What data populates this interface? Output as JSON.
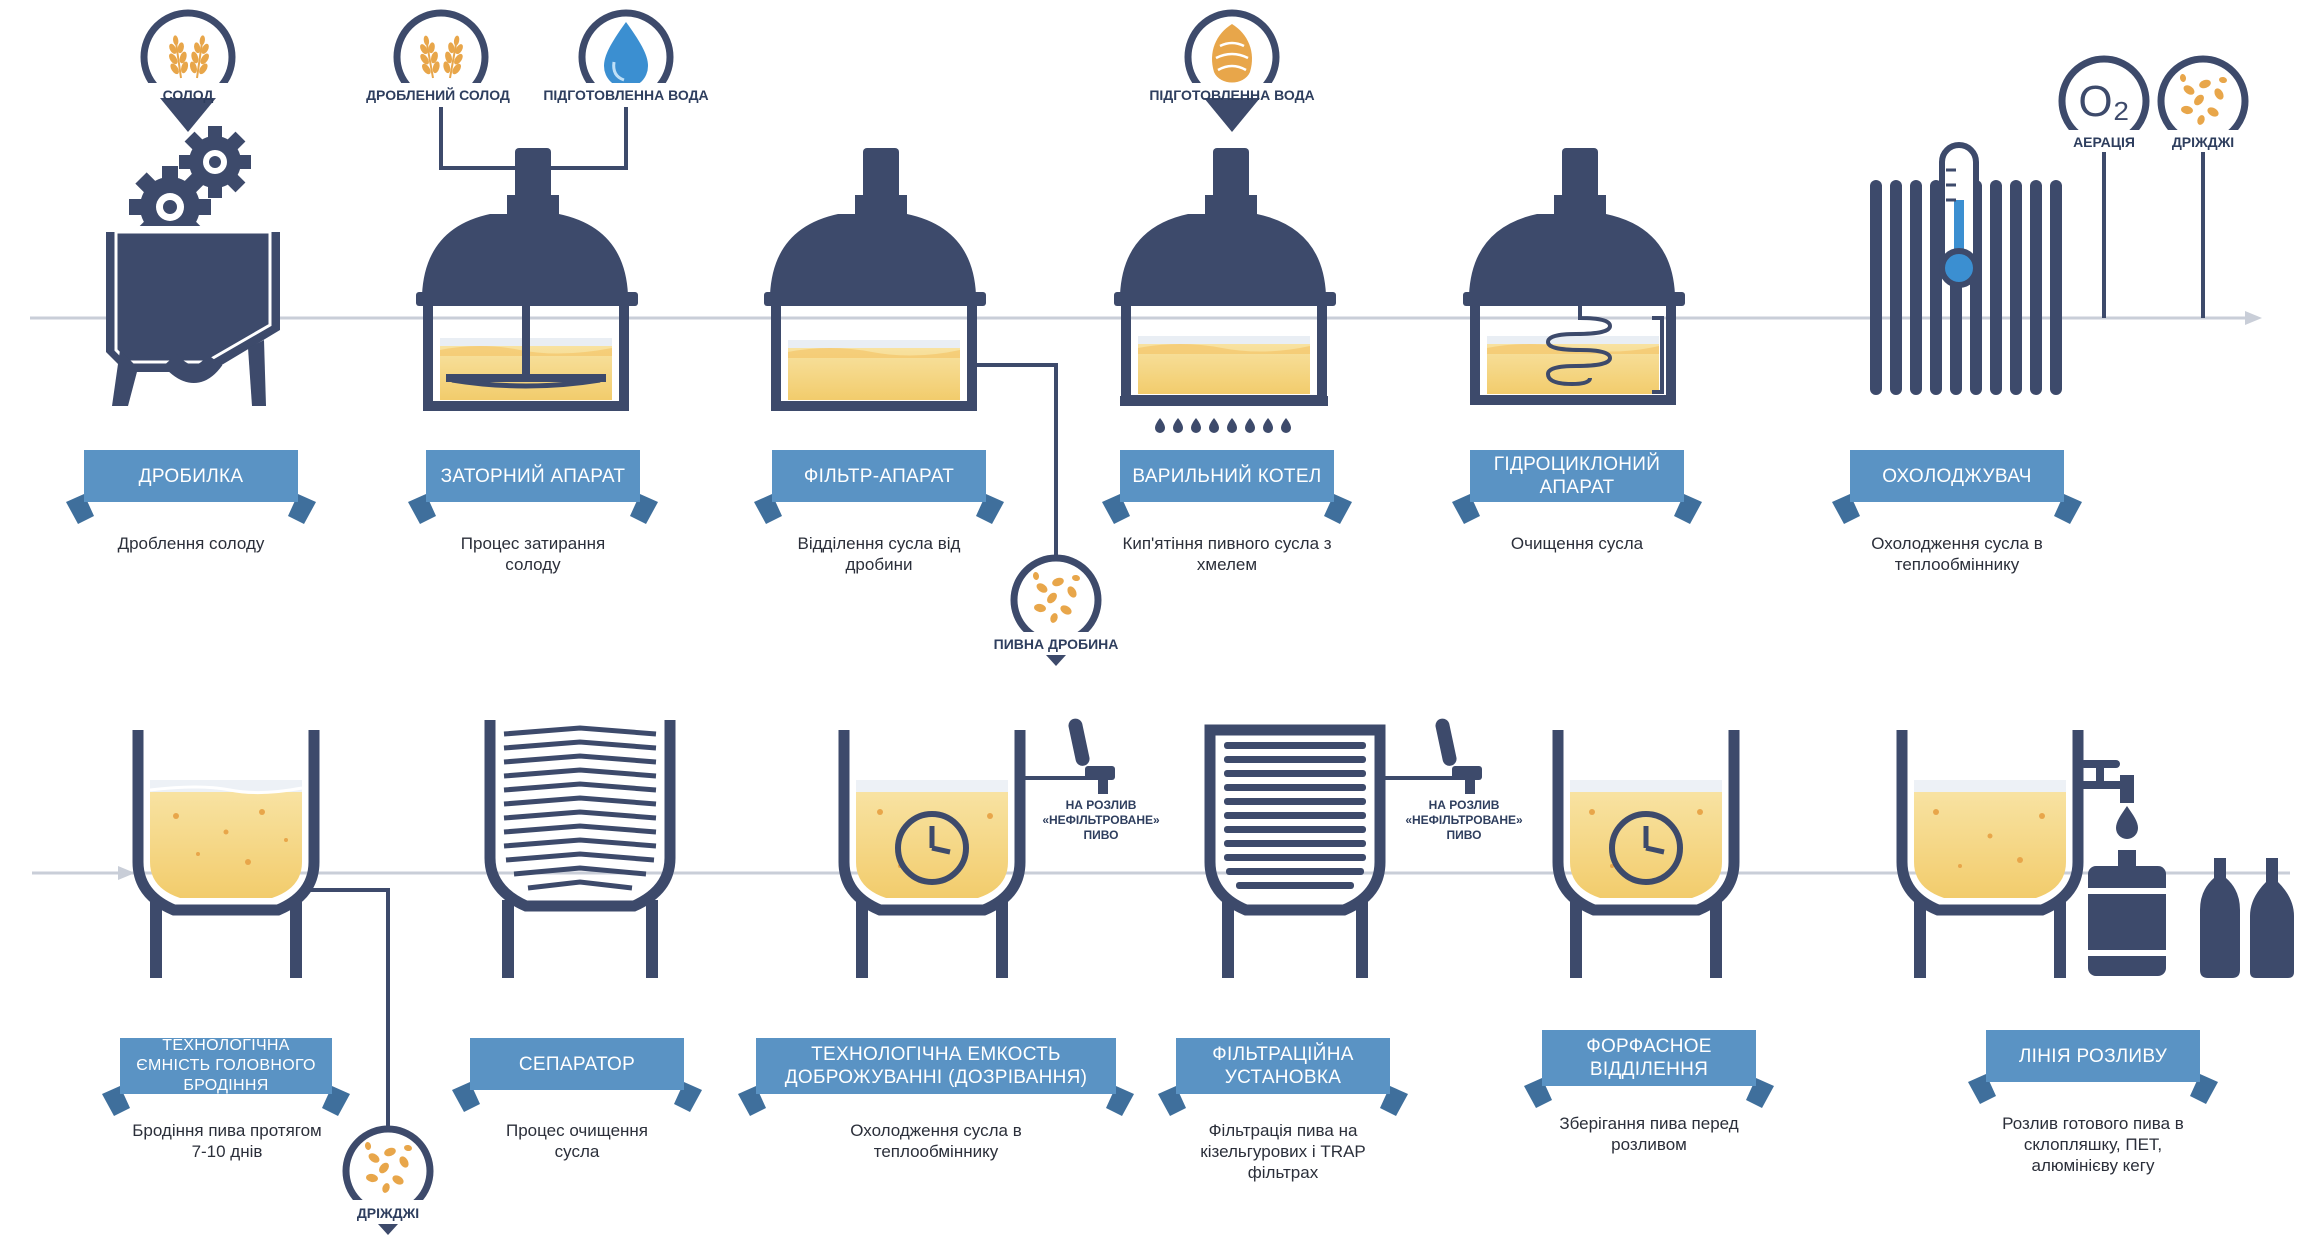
{
  "colors": {
    "navy": "#3d4a6b",
    "ribbon": "#5a93c4",
    "ribbon_dark": "#3f6f9c",
    "beer": "#f4d27a",
    "beer_light": "#f8e4a8",
    "grain": "#e8a64a",
    "line": "#c7ccd6",
    "water": "#3b8fd1"
  },
  "inputs": {
    "malt": "СОЛОД",
    "crushed_malt": "ДРОБЛЕНИЙ СОЛОД",
    "prepared_water_1": "ПІДГОТОВЛЕННА ВОДА",
    "prepared_water_2": "ПІДГОТОВЛЕННА ВОДА",
    "spent_grain": "ПИВНА ДРОБИНА",
    "aeration": "АЕРАЦІЯ",
    "yeast_top": "ДРІЖДЖІ",
    "yeast_bottom": "ДРІЖДЖІ",
    "o2": "O₂"
  },
  "taps": {
    "tap_1": [
      "НА РОЗЛИВ",
      "«НЕФІЛЬТРОВАНЕ»",
      "ПИВО"
    ],
    "tap_2": [
      "НА РОЗЛИВ",
      "«НЕФІЛЬТРОВАНЕ»",
      "ПИВО"
    ]
  },
  "stages": [
    {
      "title": "ДРОБИЛКА",
      "desc": "Дроблення солоду"
    },
    {
      "title": "ЗАТОРНИЙ АПАРАТ",
      "desc": "Процес затирання солоду"
    },
    {
      "title": "ФІЛЬТР-АПАРАТ",
      "desc": "Відділення сусла від дробини"
    },
    {
      "title": "ВАРИЛЬНИЙ КОТЕЛ",
      "desc": "Кип'ятіння пивного сусла з хмелем"
    },
    {
      "title": "ГІДРОЦИКЛОНИЙ АПАРАТ",
      "desc": "Очищення сусла"
    },
    {
      "title": "ОХОЛОДЖУВАЧ",
      "desc": "Охолодження сусла в теплообміннику"
    },
    {
      "title": "ТЕХНОЛОГІЧНА ЄМНІСТЬ ГОЛОВНОГО БРОДІННЯ",
      "desc": "Бродіння пива протягом 7-10 днів"
    },
    {
      "title": "СЕПАРАТОР",
      "desc": "Процес очищення сусла"
    },
    {
      "title": "ТЕХНОЛОГІЧНА ЕМКОСТЬ ДОБРОЖУВАННІ (ДОЗРІВАННЯ)",
      "desc": "Охолодження сусла в теплообміннику"
    },
    {
      "title": "ФІЛЬТРАЦІЙНА УСТАНОВКА",
      "desc": "Фільтрація пива на кізельгурових і TRAP фільтрах"
    },
    {
      "title": "ФОРФАСНОЕ ВІДДІЛЕННЯ",
      "desc": "Зберігання пива перед розливом"
    },
    {
      "title": "ЛІНІЯ РОЗЛИВУ",
      "desc": "Розлив готового пива в склопляшку, ПЕТ, алюмінієву кегу"
    }
  ]
}
